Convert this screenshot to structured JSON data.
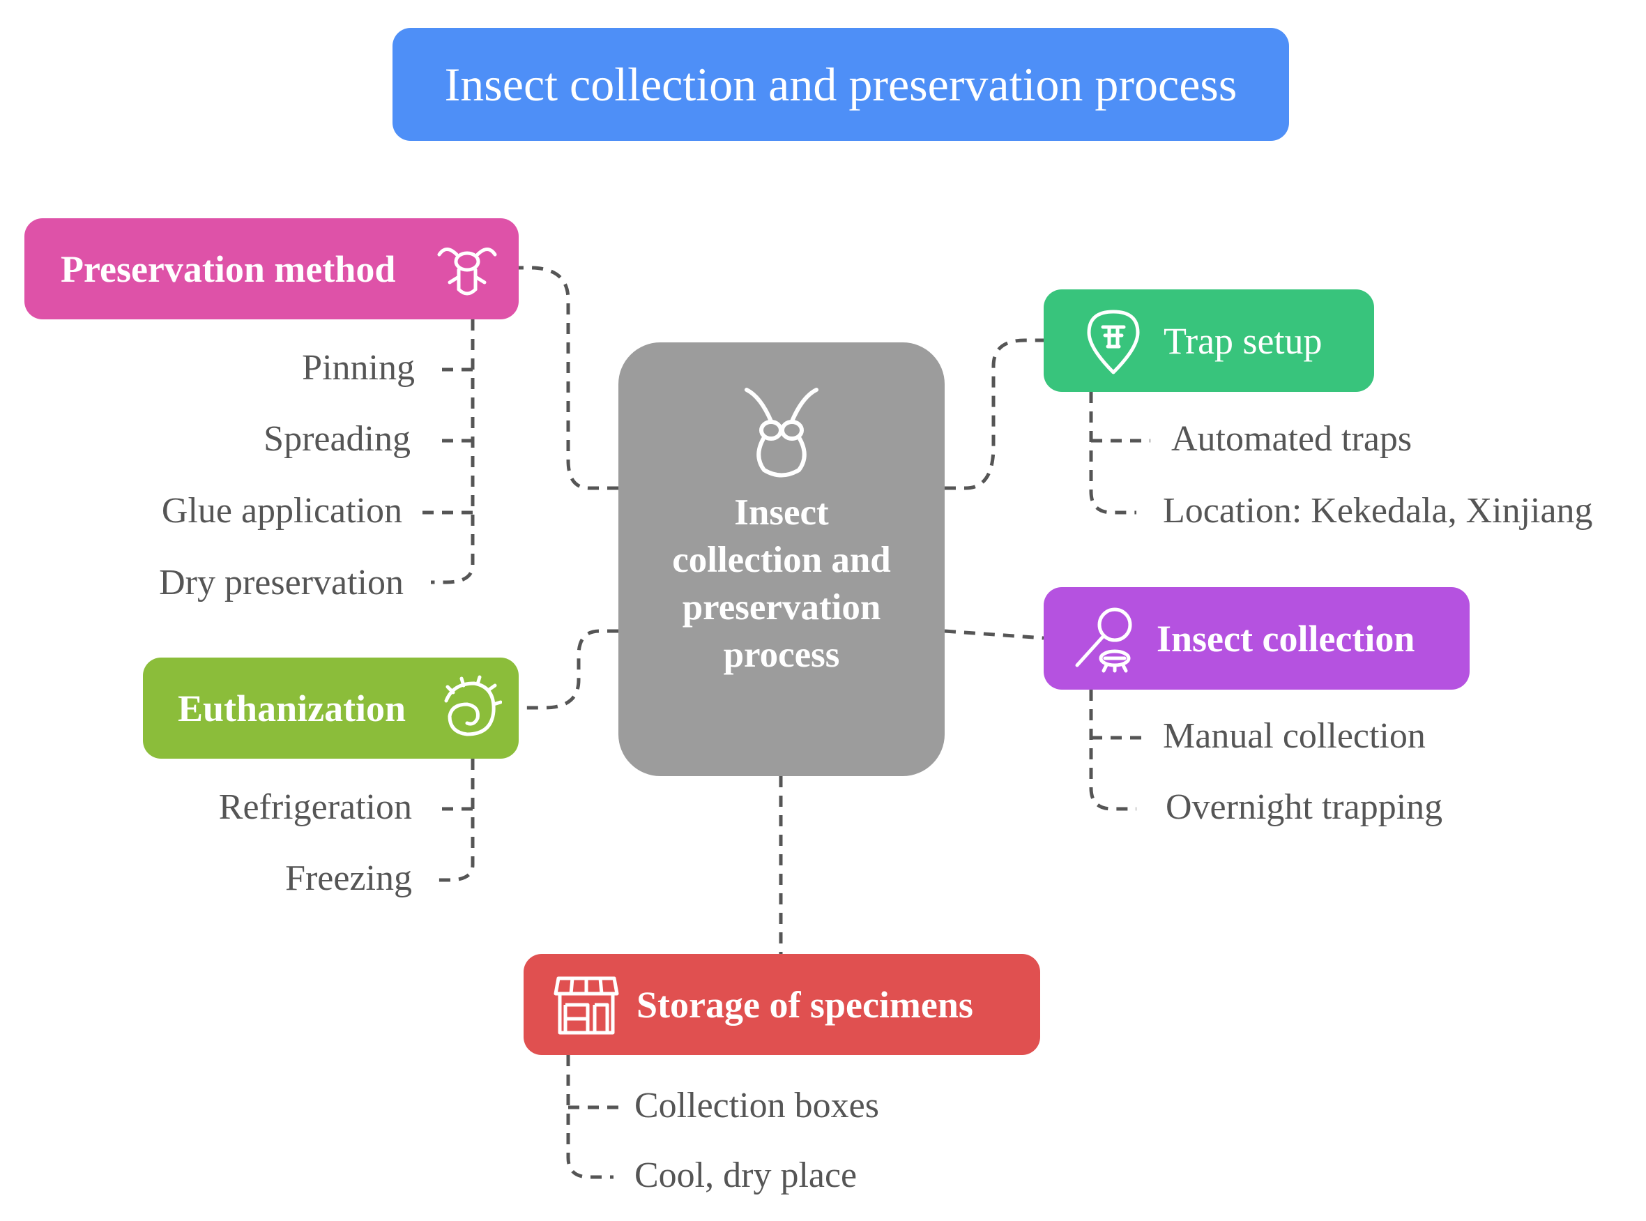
{
  "title": "Insect collection and preservation process",
  "center": {
    "label": "Insect collection and preservation process",
    "icon": "insect-head-icon"
  },
  "categories": {
    "preservation": {
      "label": "Preservation method",
      "icon": "insect-icon",
      "color": "#de52a8",
      "items": [
        "Pinning",
        "Spreading",
        "Glue application",
        "Dry preservation"
      ]
    },
    "euthanization": {
      "label": "Euthanization",
      "icon": "spiral-plant-icon",
      "color": "#8bbd3a",
      "items": [
        "Refrigeration",
        "Freezing"
      ]
    },
    "trap": {
      "label": "Trap setup",
      "icon": "map-pin-trap-icon",
      "color": "#38c47c",
      "items": [
        "Automated traps",
        "Location: Kekedala, Xinjiang"
      ]
    },
    "collection": {
      "label": "Insect collection",
      "icon": "bug-net-icon",
      "color": "#b552e0",
      "items": [
        "Manual collection",
        "Overnight trapping"
      ]
    },
    "storage": {
      "label": "Storage of specimens",
      "icon": "storefront-icon",
      "color": "#e05050",
      "items": [
        "Collection boxes",
        "Cool, dry place"
      ]
    }
  },
  "colors": {
    "title": "#4e8ff7",
    "center": "#9c9c9c",
    "connector": "#555555"
  }
}
